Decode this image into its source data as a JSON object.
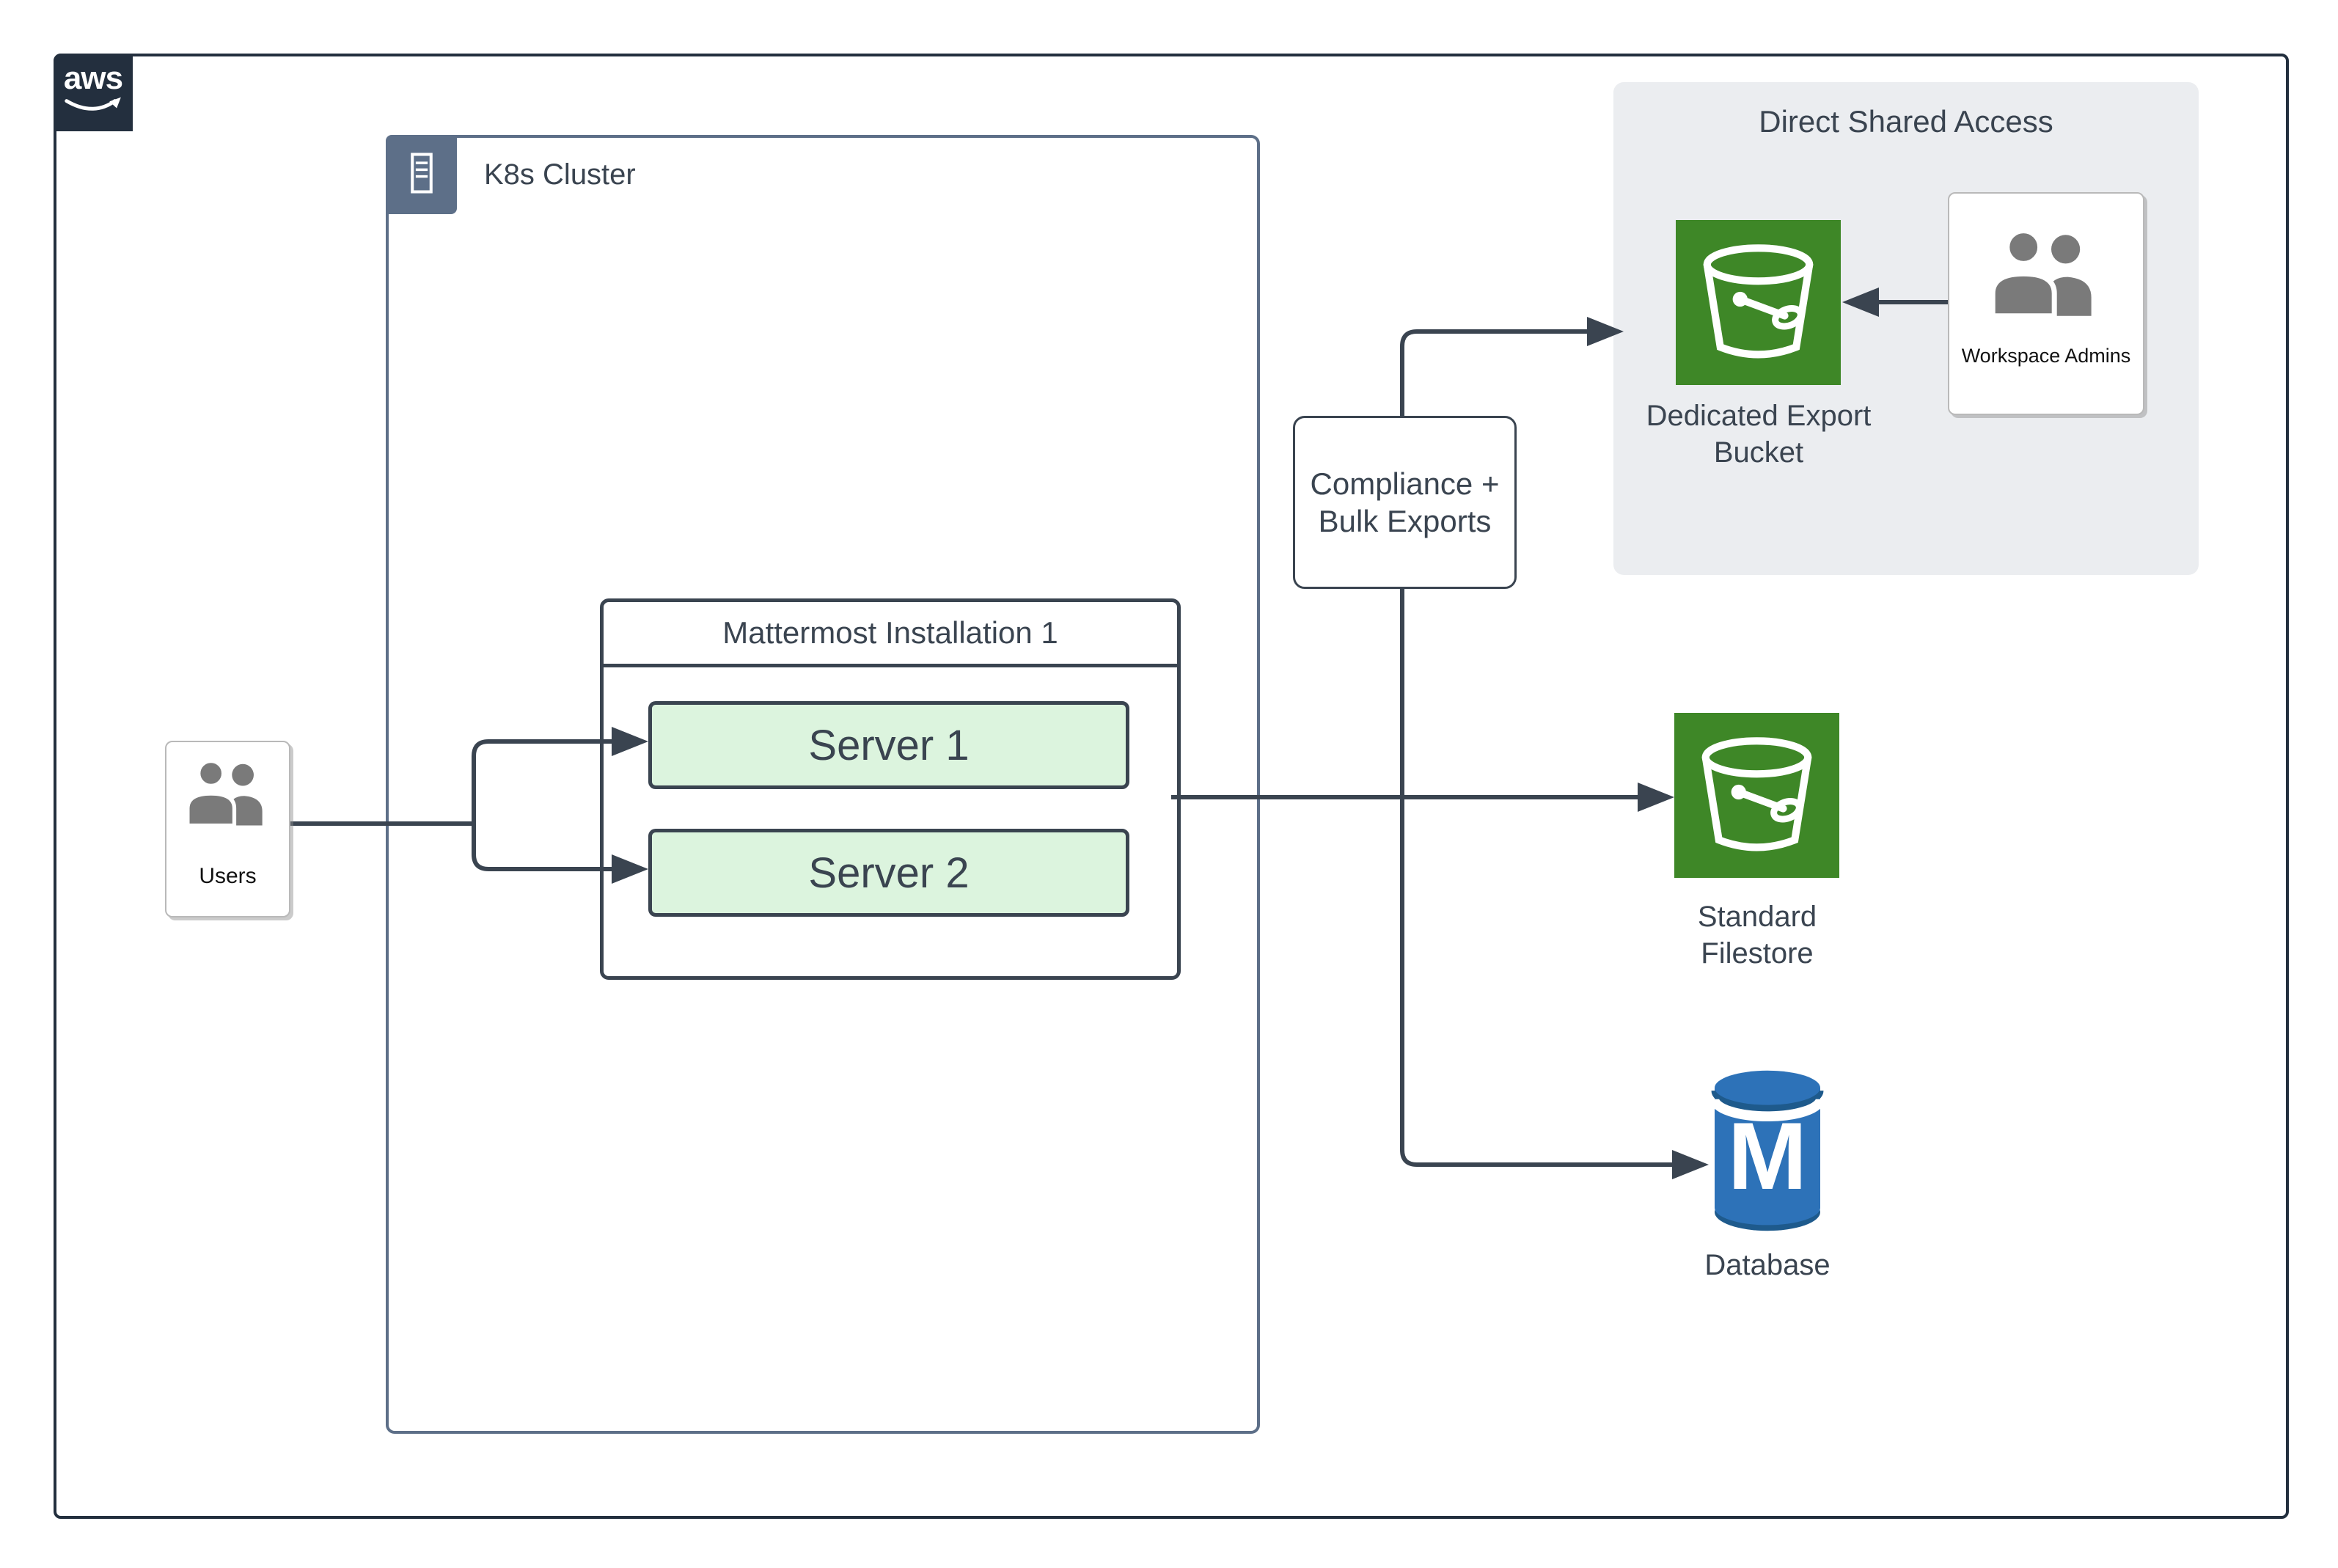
{
  "aws_frame": {
    "logo_text": "aws"
  },
  "k8s_cluster": {
    "label": "K8s Cluster"
  },
  "installation": {
    "title": "Mattermost Installation 1",
    "servers": [
      {
        "label": "Server 1"
      },
      {
        "label": "Server 2"
      }
    ]
  },
  "users": {
    "label": "Users"
  },
  "compliance": {
    "label": "Compliance + Bulk Exports"
  },
  "direct_shared_access": {
    "title": "Direct Shared Access",
    "bucket_label": "Dedicated Export Bucket",
    "admins_label": "Workspace Admins"
  },
  "standard_filestore": {
    "label": "Standard Filestore"
  },
  "database": {
    "label": "Database",
    "monogram": "M"
  },
  "colors": {
    "line": "#3a4450",
    "k8s_border": "#5d6f88",
    "server_fill": "#dcf4de",
    "s3_green": "#3e8727",
    "db_blue": "#2d72b8",
    "db_blue_dark": "#1e5a8c",
    "panel_gray": "#ebedf0",
    "people_gray": "#7a7a7a",
    "aws_navy": "#232f3e",
    "card_border": "#b9b9b9",
    "text_dark": "#3a4450",
    "label_black": "#111111"
  }
}
